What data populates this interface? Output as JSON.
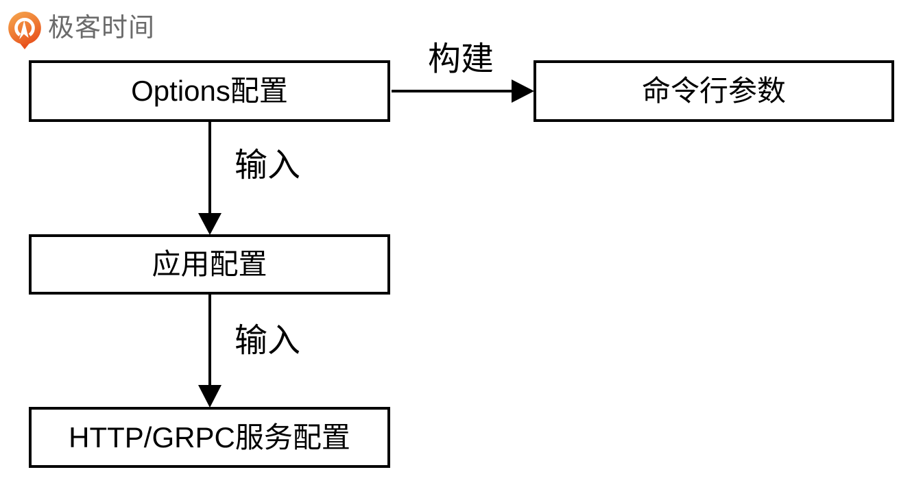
{
  "logo": {
    "text": "极客时间",
    "icon": "geektime-logo-icon"
  },
  "colors": {
    "background": "#ffffff",
    "box_border": "#000000",
    "box_fill": "#ffffff",
    "text": "#000000",
    "arrow": "#000000",
    "logo_text": "#6b6b6b",
    "logo_gradient_start": "#f5a44d",
    "logo_gradient_end": "#e8521d"
  },
  "diagram": {
    "nodes": [
      {
        "id": "options-config",
        "label": "Options配置"
      },
      {
        "id": "cmdline-args",
        "label": "命令行参数"
      },
      {
        "id": "app-config",
        "label": "应用配置"
      },
      {
        "id": "http-grpc-service-config",
        "label": "HTTP/GRPC服务配置"
      }
    ],
    "edges": [
      {
        "from": "options-config",
        "to": "cmdline-args",
        "label": "构建",
        "direction": "right"
      },
      {
        "from": "options-config",
        "to": "app-config",
        "label": "输入",
        "direction": "down"
      },
      {
        "from": "app-config",
        "to": "http-grpc-service-config",
        "label": "输入",
        "direction": "down"
      }
    ]
  }
}
